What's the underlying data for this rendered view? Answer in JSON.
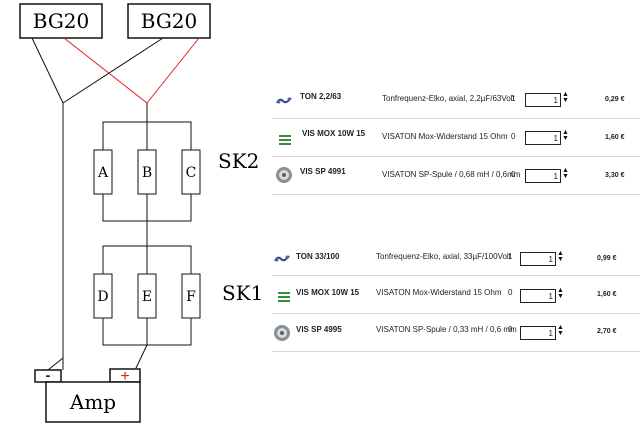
{
  "diagram": {
    "drivers": [
      {
        "label": "BG20"
      },
      {
        "label": "BG20"
      }
    ],
    "amp": {
      "label": "Amp",
      "minus": "-",
      "plus": "+"
    },
    "groups": [
      {
        "label": "SK2",
        "components": [
          "A",
          "B",
          "C"
        ]
      },
      {
        "label": "SK1",
        "components": [
          "D",
          "E",
          "F"
        ]
      }
    ],
    "colors": {
      "red_wire": "#e02020",
      "black_wire": "#111111",
      "plus_color": "#d22020"
    }
  },
  "parts_tables": [
    {
      "rows": [
        {
          "icon": "capacitor-icon",
          "code": "TON 2,2/63",
          "description": "Tonfrequenz-Elko, axial, 2,2µF/63Volt",
          "stock": "1",
          "qty": "1",
          "price": "0,29 €"
        },
        {
          "icon": "resistor-icon",
          "code": "VIS MOX 10W 15",
          "description": "VISATON Mox-Widerstand 15 Ohm",
          "stock": "0",
          "qty": "1",
          "price": "1,60 €"
        },
        {
          "icon": "coil-icon",
          "code": "VIS SP 4991",
          "description": "VISATON SP-Spule / 0,68 mH / 0,6mm",
          "stock": "0",
          "qty": "1",
          "price": "3,30 €"
        }
      ]
    },
    {
      "rows": [
        {
          "icon": "capacitor-icon",
          "code": "TON 33/100",
          "description": "Tonfrequenz-Elko, axial, 33µF/100Volt",
          "stock": "1",
          "qty": "1",
          "price": "0,99 €"
        },
        {
          "icon": "resistor-icon",
          "code": "VIS MOX 10W 15",
          "description": "VISATON Mox-Widerstand 15 Ohm",
          "stock": "0",
          "qty": "1",
          "price": "1,60 €"
        },
        {
          "icon": "coil-icon",
          "code": "VIS SP 4995",
          "description": "VISATON SP-Spule / 0,33 mH / 0,6 mm",
          "stock": "0",
          "qty": "1",
          "price": "2,70 €"
        }
      ]
    }
  ]
}
